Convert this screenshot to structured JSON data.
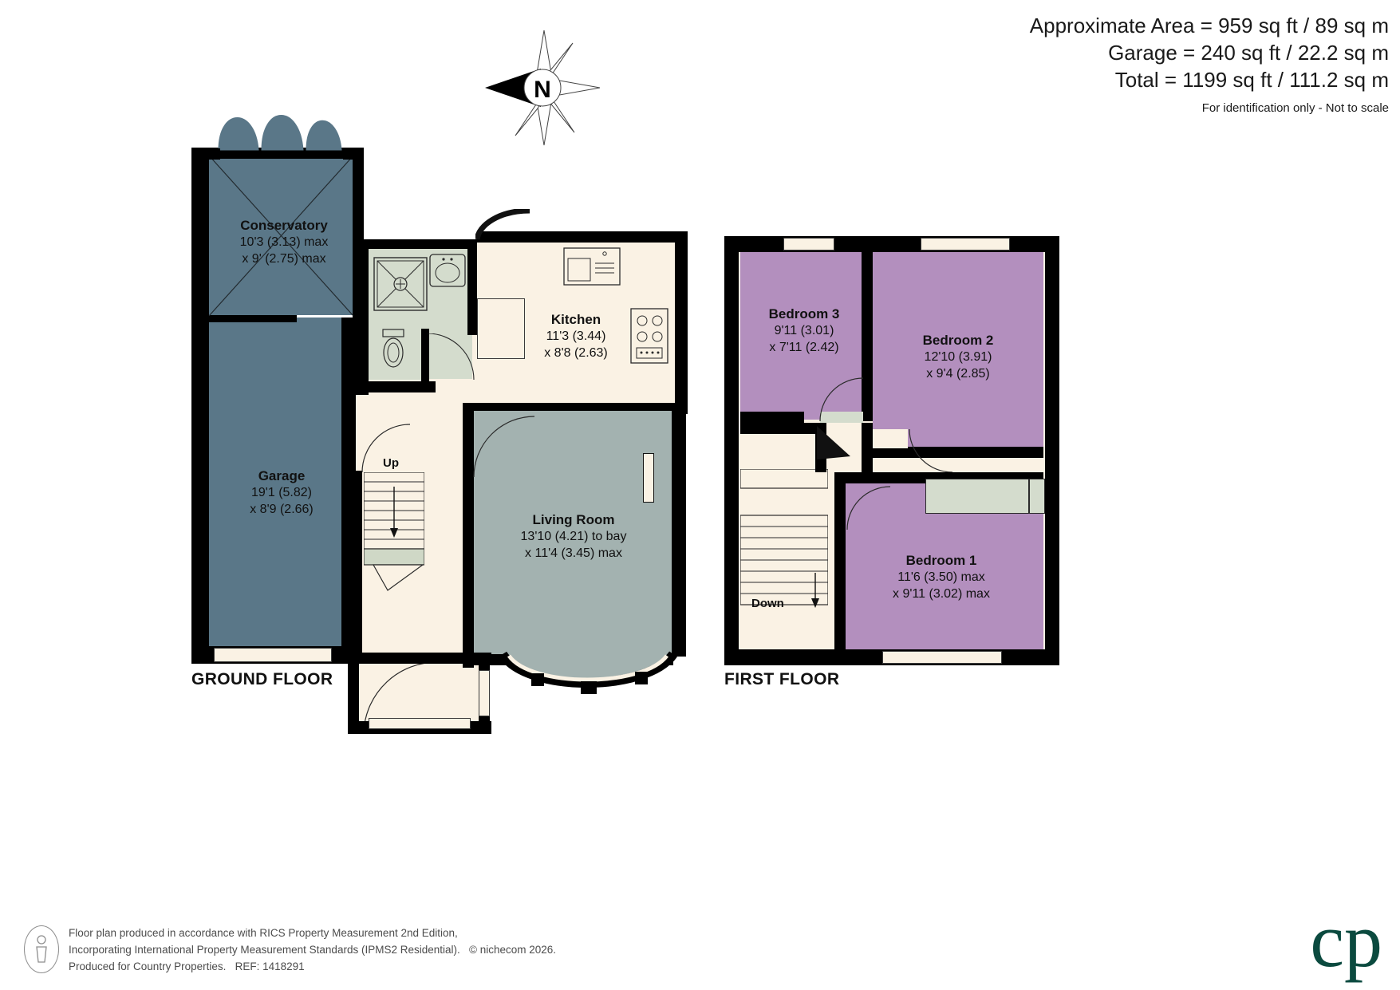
{
  "header": {
    "area_line": "Approximate Area = 959 sq ft / 89 sq m",
    "garage_line": "Garage = 240 sq ft / 22.2 sq m",
    "total_line": "Total = 1199 sq ft / 111.2 sq m",
    "disclaimer": "For identification only - Not to scale"
  },
  "compass": {
    "north_letter": "N"
  },
  "floors": {
    "ground": {
      "caption": "GROUND FLOOR"
    },
    "first": {
      "caption": "FIRST FLOOR"
    }
  },
  "rooms": {
    "conservatory": {
      "name": "Conservatory",
      "dim1": "10'3 (3.13) max",
      "dim2": "x 9' (2.75) max"
    },
    "garage": {
      "name": "Garage",
      "dim1": "19'1 (5.82)",
      "dim2": "x 8'9 (2.66)"
    },
    "kitchen": {
      "name": "Kitchen",
      "dim1": "11'3 (3.44)",
      "dim2": "x 8'8 (2.63)"
    },
    "living_room": {
      "name": "Living Room",
      "dim1": "13'10 (4.21) to bay",
      "dim2": "x 11'4 (3.45) max"
    },
    "bedroom3": {
      "name": "Bedroom 3",
      "dim1": "9'11 (3.01)",
      "dim2": "x 7'11 (2.42)"
    },
    "bedroom2": {
      "name": "Bedroom 2",
      "dim1": "12'10 (3.91)",
      "dim2": "x 9'4 (2.85)"
    },
    "bedroom1": {
      "name": "Bedroom 1",
      "dim1": "11'6 (3.50) max",
      "dim2": "x 9'11 (3.02) max"
    }
  },
  "stairs": {
    "ground_up": "Up",
    "first_down": "Down"
  },
  "footer": {
    "line1": "Floor plan produced in accordance with RICS Property Measurement 2nd Edition,",
    "line2": "Incorporating International Property Measurement Standards (IPMS2 Residential).",
    "copyright": "© nichecom 2026.",
    "line3": "Produced for Country Properties.",
    "reference": "REF: 1418291"
  },
  "logo": {
    "text": "cp"
  },
  "colors": {
    "garage_fill": "#5a7788",
    "living_fill": "#a3b2b0",
    "hall_fill": "#faf2e4",
    "bedroom_fill": "#b38fbe",
    "wet_room_fill": "#d4dccd",
    "wall": "#000000",
    "logo_green": "#0b4a3f"
  }
}
